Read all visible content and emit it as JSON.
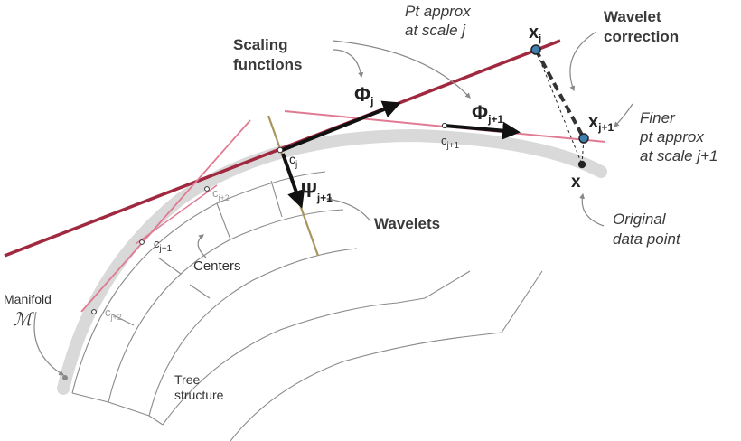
{
  "labels": {
    "pt_approx_line1": "Pt approx",
    "pt_approx_line2": "at scale j",
    "xj_main": "x",
    "xj_sub": "j",
    "wavelet_correction_line1": "Wavelet",
    "wavelet_correction_line2": "correction",
    "scaling_functions_line1": "Scaling",
    "scaling_functions_line2": "functions",
    "phi_j_main": "Φ",
    "phi_j_sub": "j",
    "phi_j1_main": "Φ",
    "phi_j1_sub": "j+1",
    "cj_main": "c",
    "cj_sub": "j",
    "cj1_upper_main": "c",
    "cj1_upper_sub": "j+1",
    "xj1_main": "x",
    "xj1_sub": "j+1",
    "finer_line1": "Finer",
    "finer_line2": "pt approx",
    "finer_line3": "at scale j+1",
    "x_point": "x",
    "psi_main": "Ψ",
    "psi_sub": "j+1",
    "wavelets": "Wavelets",
    "original_line1": "Original",
    "original_line2": "data point",
    "cj2_upper_main": "c",
    "cj2_upper_sub": "j+2",
    "cj1_lower_main": "c",
    "cj1_lower_sub": "j+1",
    "centers": "Centers",
    "manifold": "Manifold",
    "manifold_symbol": "ℳ",
    "cj2_lower_main": "c",
    "cj2_lower_sub": "j+2",
    "tree_line1": "Tree",
    "tree_line2": "structure"
  },
  "colors": {
    "manifold": "#d9d9d9",
    "tangent_dark": "#a0283f",
    "tangent_light": "#e07a92",
    "normal": "#a89660",
    "arrow": "#111111",
    "point_fill": "#3f7fb0",
    "tree": "#8a8a8a"
  }
}
